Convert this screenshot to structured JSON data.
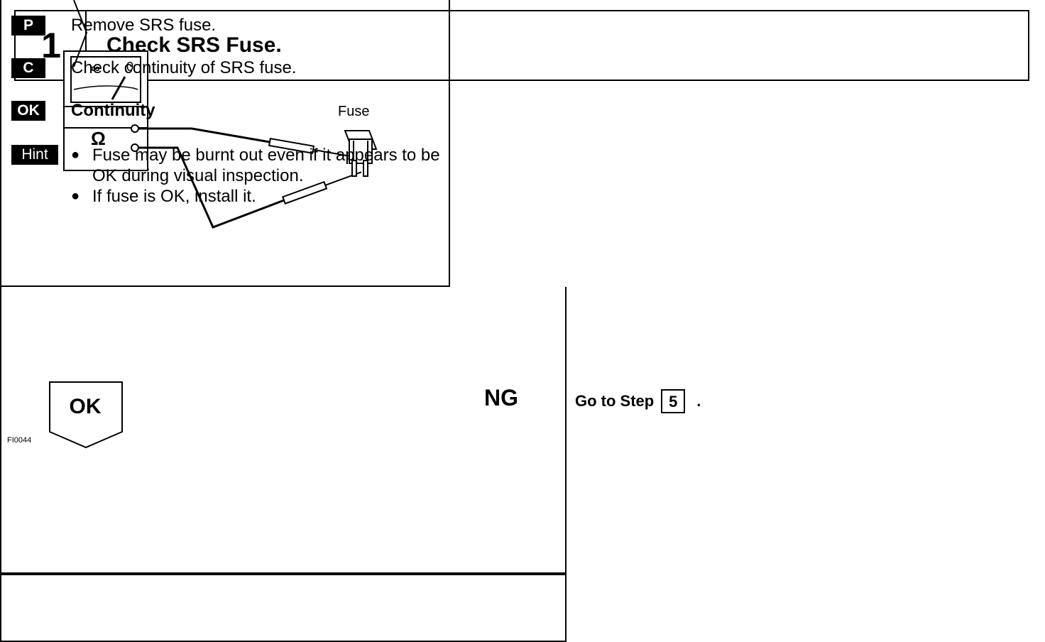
{
  "header": {
    "step_number": "1",
    "title": "Check SRS Fuse."
  },
  "figure": {
    "code": "FI0044",
    "fuse_label": "Fuse",
    "meter_inf": "∞",
    "meter_zero": "0",
    "ohm": "Ω"
  },
  "procedure": {
    "p_tag": "P",
    "p_text": "Remove SRS fuse.",
    "c_tag": "C",
    "c_text": "Check continuity of SRS fuse.",
    "ok_tag": "OK",
    "ok_text": "Continuity",
    "hint_tag": "Hint",
    "hints": [
      {
        "line1": "Fuse may be burnt out even if it appears to be",
        "line2": "OK during visual inspection."
      },
      {
        "line1": "If fuse is OK, install it.",
        "line2": ""
      }
    ]
  },
  "result": {
    "ok_label": "OK",
    "ng_label": "NG",
    "goto_text": "Go to Step",
    "goto_step": "5",
    "goto_end": "."
  }
}
